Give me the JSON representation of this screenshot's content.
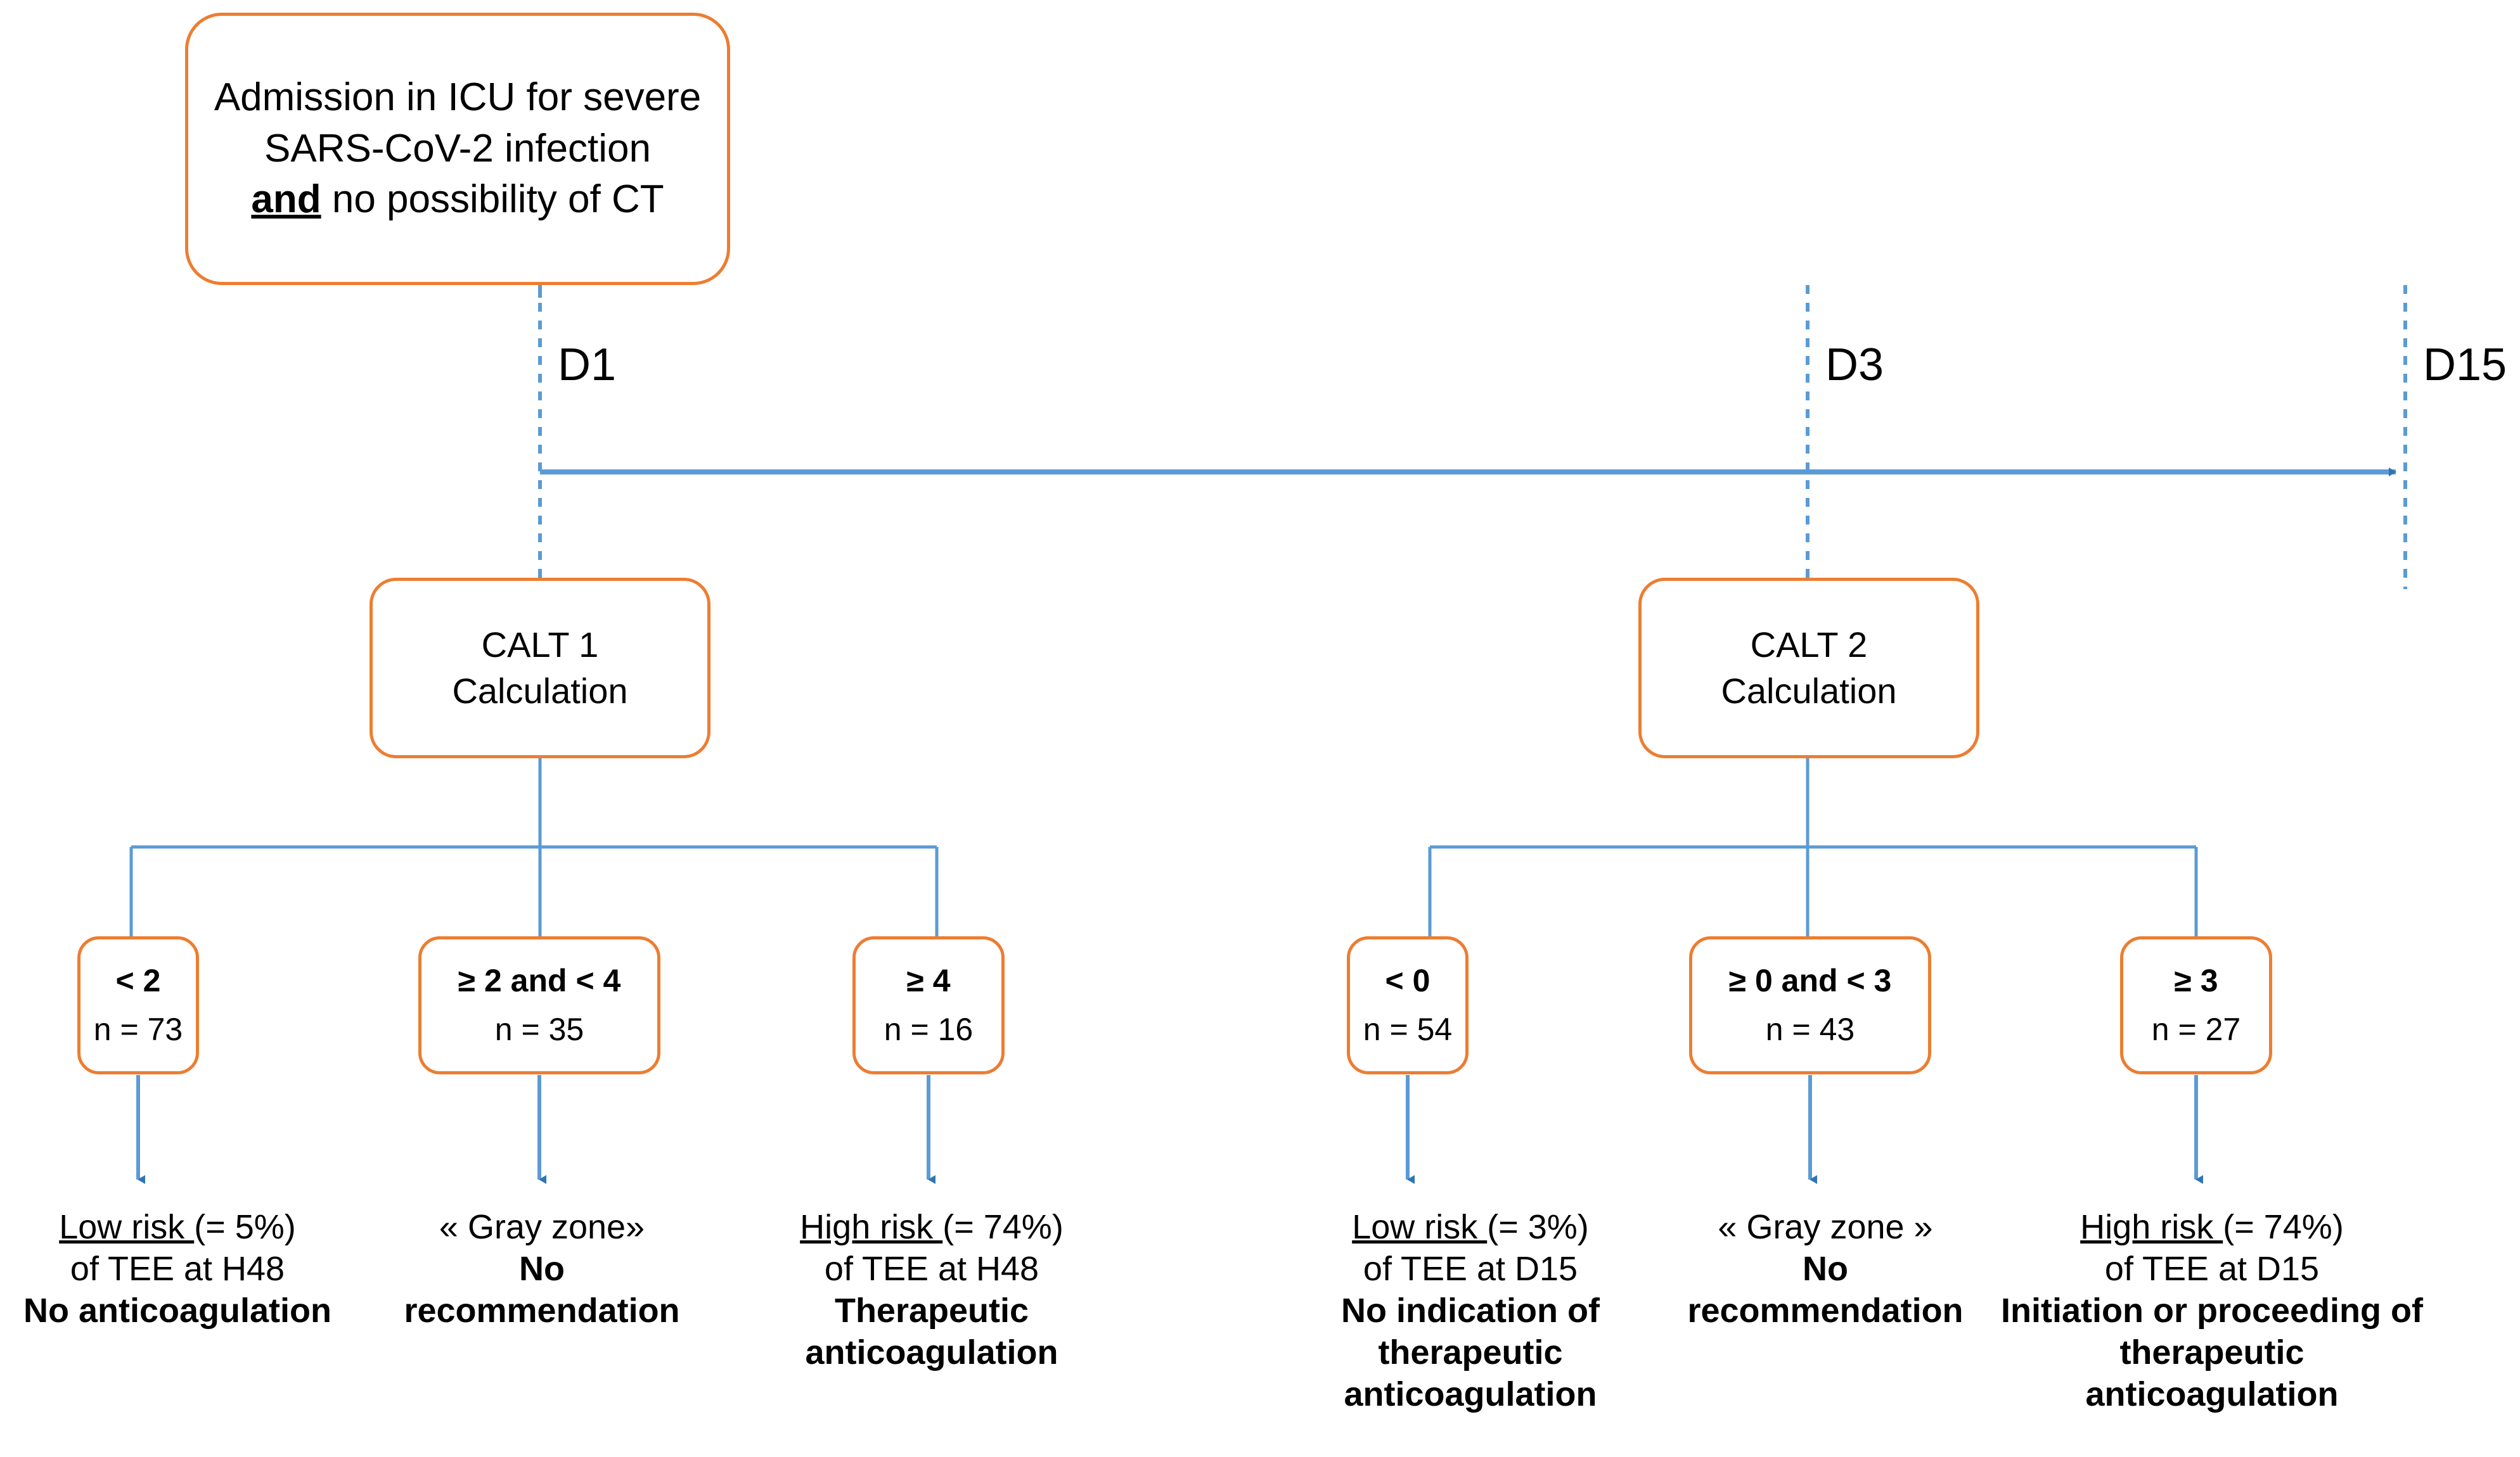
{
  "figure": {
    "title": "CALT decision algorithm flowchart",
    "colors": {
      "box_border": "#ED7D31",
      "connector": "#5B9BD5",
      "arrow_head": "#2E75B6",
      "text": "#000000",
      "background": "#FFFFFF"
    }
  },
  "entry": {
    "line1": "Admission in ICU for severe",
    "line2": "SARS-CoV-2 infection",
    "line3_bold_underline": "and",
    "line3_rest": " no possibility of CT"
  },
  "timeline": {
    "markers": [
      {
        "id": "d1",
        "label": "D1"
      },
      {
        "id": "d3",
        "label": "D3"
      },
      {
        "id": "d15",
        "label": "D15"
      }
    ],
    "arrow_direction": "left-to-right",
    "arrow_from": "D1",
    "arrow_to": "D15"
  },
  "branches": [
    {
      "id": "calt1",
      "score_box": {
        "line1": "CALT 1",
        "line2": "Calculation"
      },
      "timepoint": "D1",
      "thresholds": [
        {
          "id": "calt1-low",
          "condition": "< 2",
          "count": "n = 73",
          "outcome": {
            "risk_label": "Low risk ",
            "risk_value": "(= 5%)",
            "timing": "of TEE at H48",
            "recommendation_lines": [
              "No anticoagulation"
            ]
          }
        },
        {
          "id": "calt1-gray",
          "condition": "≥ 2 and < 4",
          "count": "n = 35",
          "outcome": {
            "risk_label": "« Gray zone»",
            "risk_value": "",
            "timing": "",
            "recommendation_lines": [
              "No",
              "recommendation"
            ]
          }
        },
        {
          "id": "calt1-high",
          "condition": "≥ 4",
          "count": "n = 16",
          "outcome": {
            "risk_label": "High risk ",
            "risk_value": "(= 74%)",
            "timing": "of TEE at H48",
            "recommendation_lines": [
              "Therapeutic",
              "anticoagulation"
            ]
          }
        }
      ]
    },
    {
      "id": "calt2",
      "score_box": {
        "line1": "CALT 2",
        "line2": "Calculation"
      },
      "timepoint": "D3",
      "thresholds": [
        {
          "id": "calt2-low",
          "condition": "< 0",
          "count": "n = 54",
          "outcome": {
            "risk_label": "Low risk ",
            "risk_value": "(= 3%)",
            "timing": "of TEE at D15",
            "recommendation_lines": [
              "No indication of",
              "therapeutic",
              "anticoagulation"
            ]
          }
        },
        {
          "id": "calt2-gray",
          "condition": "≥ 0 and < 3",
          "count": "n = 43",
          "outcome": {
            "risk_label": "« Gray zone »",
            "risk_value": "",
            "timing": "",
            "recommendation_lines": [
              "No",
              "recommendation"
            ]
          }
        },
        {
          "id": "calt2-high",
          "condition": "≥ 3",
          "count": "n = 27",
          "outcome": {
            "risk_label": "High risk ",
            "risk_value": "(= 74%)",
            "timing": "of TEE at D15",
            "recommendation_lines": [
              "Initiation or proceeding of",
              "therapeutic",
              "anticoagulation"
            ]
          }
        }
      ]
    }
  ]
}
